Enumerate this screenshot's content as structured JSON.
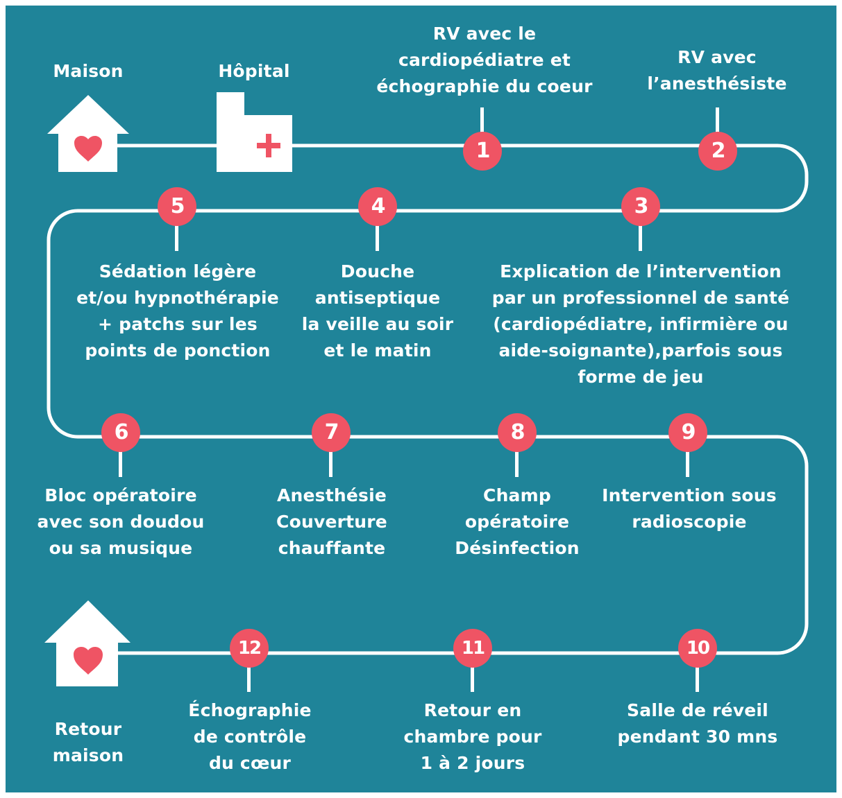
{
  "colors": {
    "background": "#1f8499",
    "line": "#ffffff",
    "badge": "#ef5464",
    "heart": "#ef5464"
  },
  "places": {
    "home": {
      "label": "Maison",
      "icon": "house-heart-icon"
    },
    "hospital": {
      "label": "Hôpital",
      "icon": "hospital-cross-icon"
    },
    "return_home": {
      "lines": [
        "Retour",
        "maison"
      ],
      "icon": "house-heart-icon"
    }
  },
  "steps": [
    {
      "number": "1",
      "lines": [
        "RV avec le",
        "cardiopédiatre et",
        "échographie du coeur"
      ]
    },
    {
      "number": "2",
      "lines": [
        "RV avec",
        "l’anesthésiste"
      ]
    },
    {
      "number": "3",
      "lines": [
        "Explication de l’intervention",
        "par un professionnel de santé",
        "(cardiopédiatre, infirmière ou",
        "aide-soignante),parfois sous",
        "forme de jeu"
      ]
    },
    {
      "number": "4",
      "lines": [
        "Douche",
        "antiseptique",
        "la veille au soir",
        "et le matin"
      ]
    },
    {
      "number": "5",
      "lines": [
        "Sédation légère",
        "et/ou hypnothérapie",
        "+ patchs sur les",
        "points de ponction"
      ]
    },
    {
      "number": "6",
      "lines": [
        "Bloc opératoire",
        "avec son doudou",
        "ou sa musique"
      ]
    },
    {
      "number": "7",
      "lines": [
        "Anesthésie",
        "Couverture",
        "chauffante"
      ]
    },
    {
      "number": "8",
      "lines": [
        "Champ",
        "opératoire",
        "Désinfection"
      ]
    },
    {
      "number": "9",
      "lines": [
        "Intervention sous",
        "radioscopie"
      ]
    },
    {
      "number": "10",
      "lines": [
        "Salle de réveil",
        "pendant 30 mns"
      ]
    },
    {
      "number": "11",
      "lines": [
        "Retour en",
        "chambre pour",
        "1 à 2 jours"
      ]
    },
    {
      "number": "12",
      "lines": [
        "Échographie",
        "de contrôle",
        "du cœur"
      ]
    }
  ]
}
